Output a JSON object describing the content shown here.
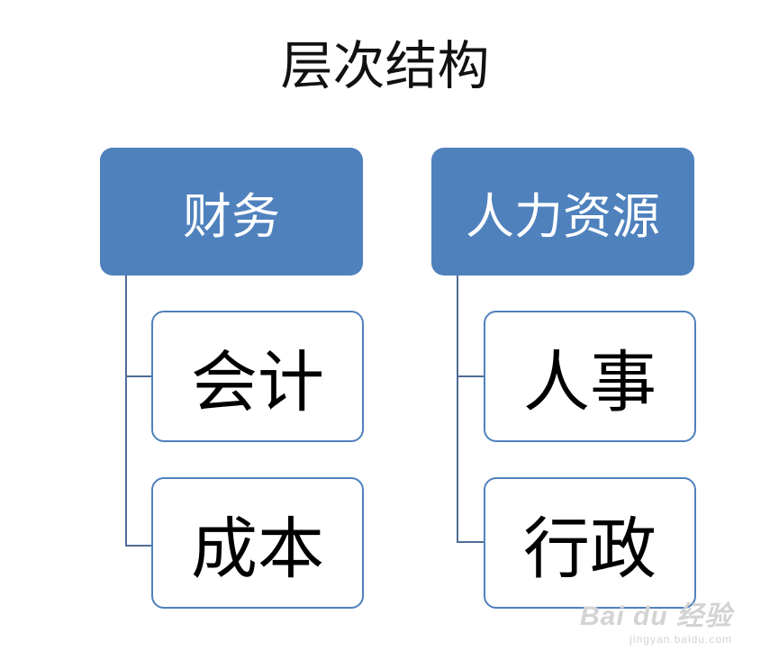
{
  "title": "层次结构",
  "colors": {
    "parent_fill": "#4f81bd",
    "child_border": "#4f81bd",
    "connector": "#4f6d97"
  },
  "groups": [
    {
      "label": "财务",
      "children": [
        "会计",
        "成本"
      ]
    },
    {
      "label": "人力资源",
      "children": [
        "人事",
        "行政"
      ]
    }
  ],
  "watermark": {
    "brand": "Bai du 经验",
    "url": "jingyan.baidu.com"
  }
}
